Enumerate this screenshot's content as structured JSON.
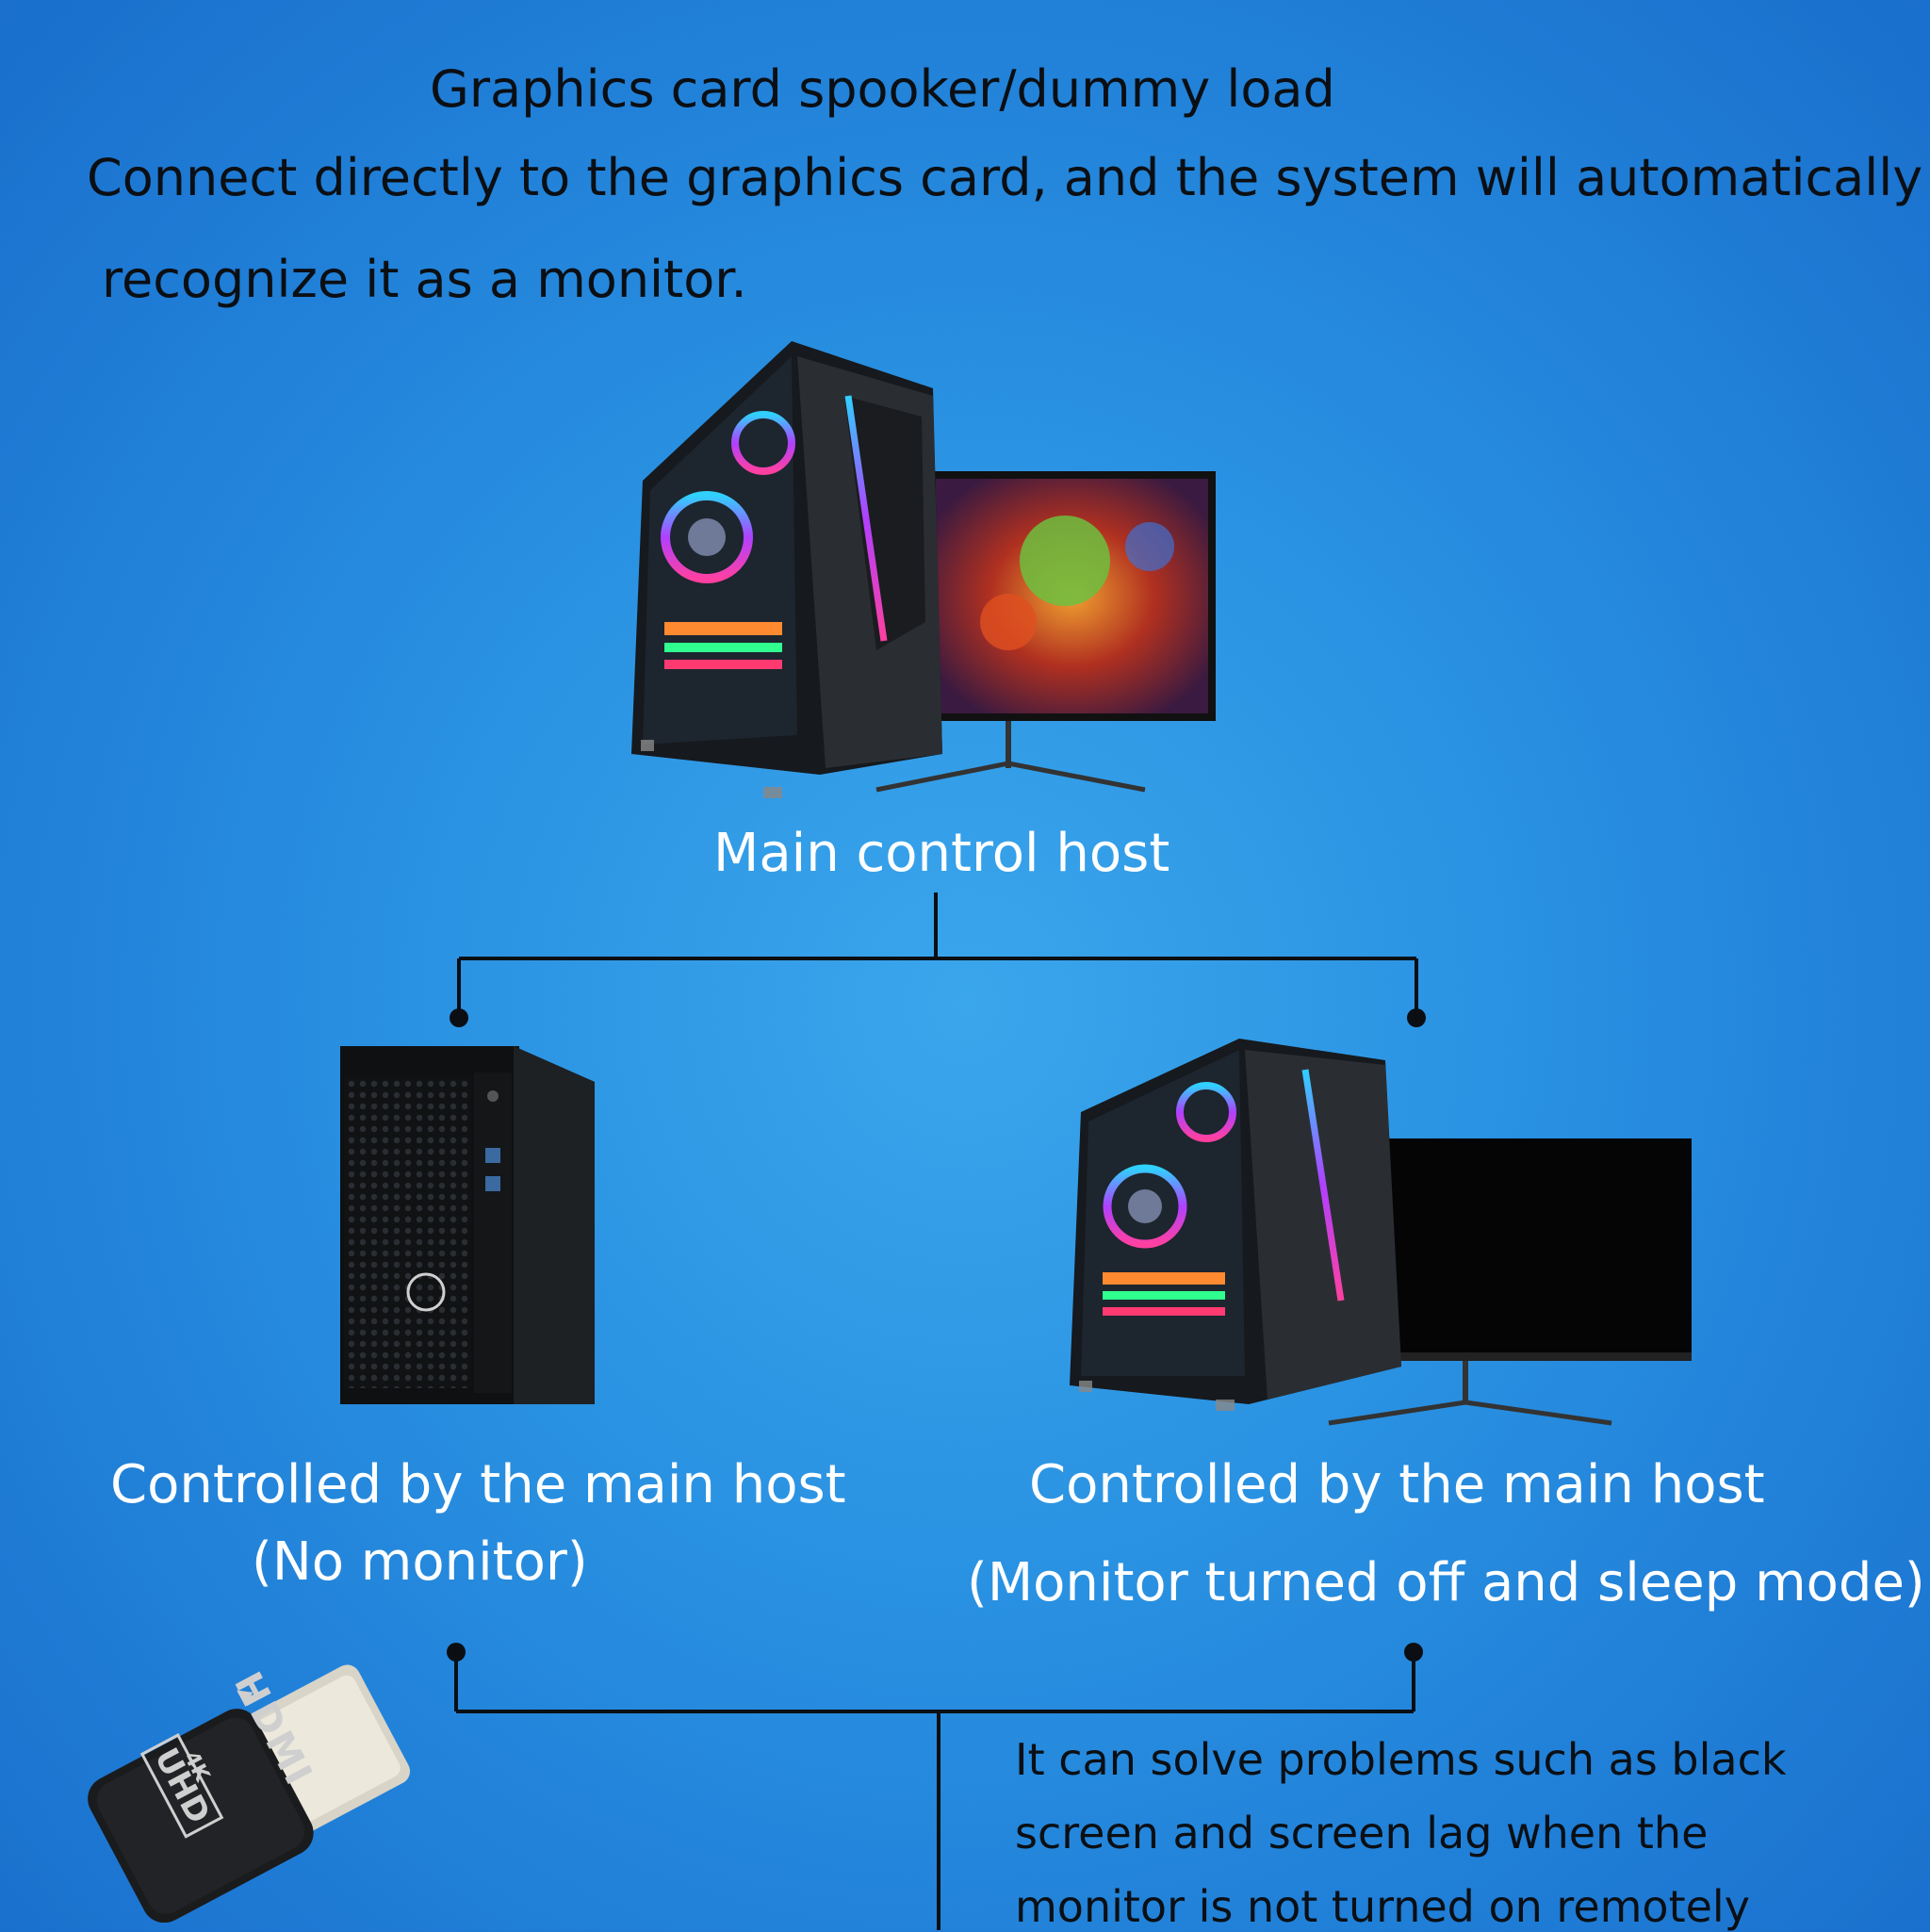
{
  "header": {
    "title": "Graphics card spooker/dummy load",
    "line1": "Connect directly to the graphics card, and the system will automatically",
    "line2": "recognize it as a monitor."
  },
  "main_host": {
    "label": "Main control host"
  },
  "left_host": {
    "label_line1": "Controlled by the main host",
    "label_line2": "(No monitor)"
  },
  "right_host": {
    "label_line1": "Controlled by the main host",
    "label_line2": "(Monitor turned off and sleep mode)"
  },
  "note": {
    "line1": "It can solve problems such as black",
    "line2": "screen and screen lag when the",
    "line3": "monitor is not turned on remotely"
  },
  "adapter": {
    "brand": "HDMI",
    "badge": "4K",
    "badge2": "UHD"
  },
  "colors": {
    "background": "#2a92e2",
    "line": "#0b0f14",
    "label_text": "#ffffff",
    "header_text": "#0b0f14"
  }
}
